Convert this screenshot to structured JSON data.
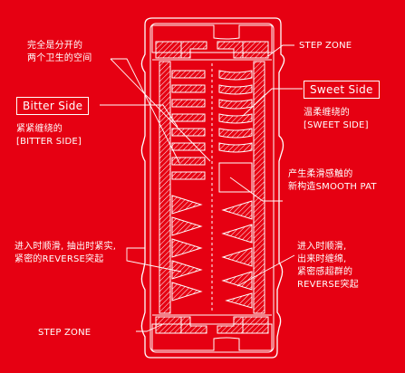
{
  "colors": {
    "background": "#e60012",
    "line": "#ffffff"
  },
  "labels": {
    "top_left_line1": "完全是分开的",
    "top_left_line2": "两个卫生的空间",
    "step_zone_top": "STEP ZONE",
    "bitter_side_title": "Bitter Side",
    "bitter_side_line1": "紧紧缠绕的",
    "bitter_side_line2": "[BITTER SIDE]",
    "sweet_side_title": "Sweet Side",
    "sweet_side_line1": "温柔缠绕的",
    "sweet_side_line2": "[SWEET SIDE]",
    "smooth_pat_line1": "产生柔滑感触的",
    "smooth_pat_line2": "新构造SMOOTH PAT",
    "reverse_left_line1": "进入时顺滑, 抽出时紧实,",
    "reverse_left_line2": "紧密的REVERSE突起",
    "reverse_right_line1": "进入时顺滑,",
    "reverse_right_line2": "出来时缠绵,",
    "reverse_right_line3": "紧密感超群的",
    "reverse_right_line4": "REVERSE突起",
    "step_zone_bottom": "STEP ZONE"
  }
}
